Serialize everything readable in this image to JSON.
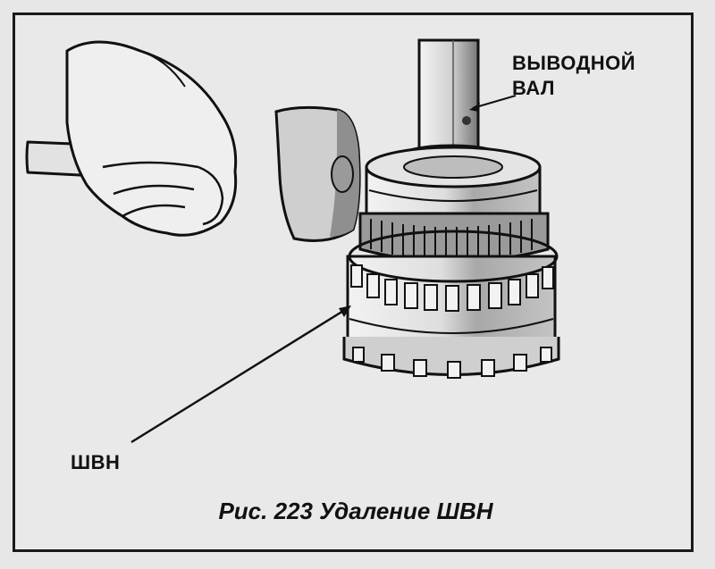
{
  "labels": {
    "output_shaft_line1": "ВЫВОДНОЙ",
    "output_shaft_line2": "ВАЛ",
    "shvn": "ШВН"
  },
  "caption": "Рис. 223 Удаление ШВН",
  "colors": {
    "ink": "#111111",
    "paper": "#e9e9e9",
    "metal_light": "#d9d9d9",
    "metal_dark": "#8c8c8c"
  }
}
